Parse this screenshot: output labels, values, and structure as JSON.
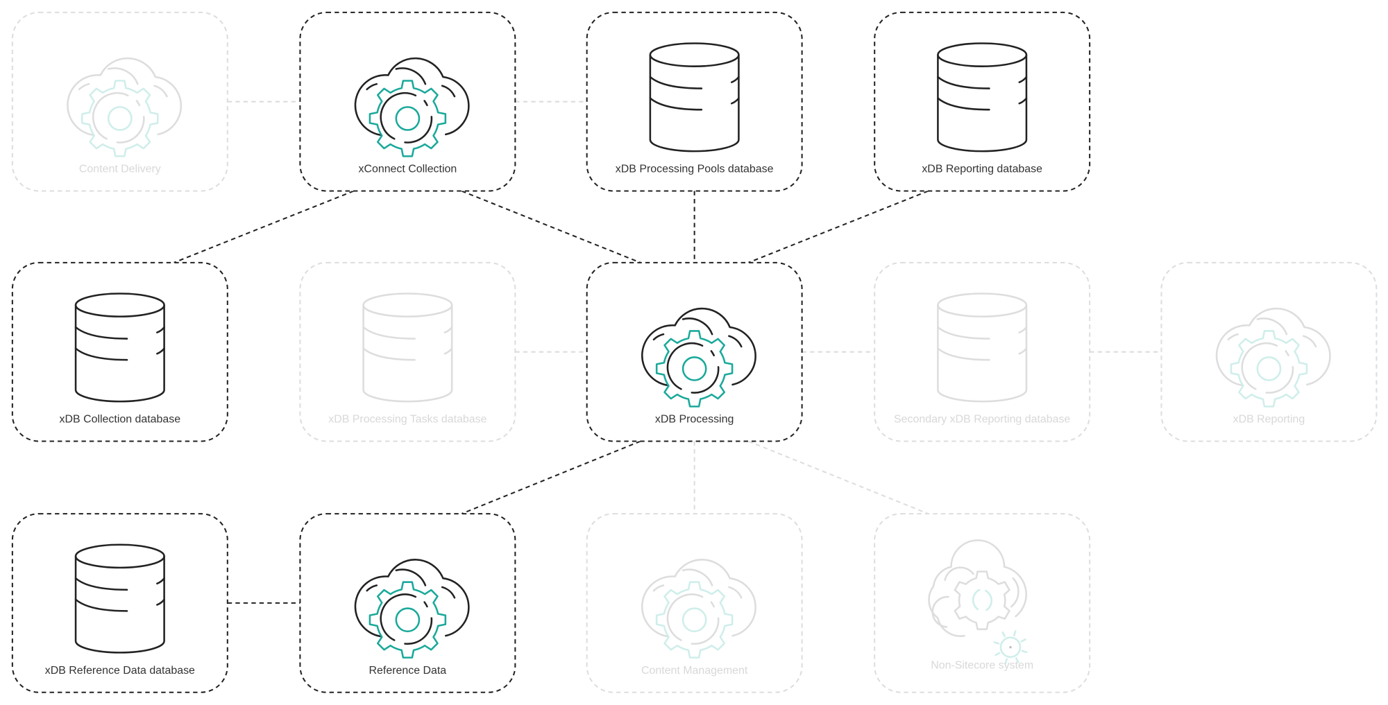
{
  "colors": {
    "active_stroke": "#222222",
    "active_accent": "#1aa99b",
    "faded_stroke": "#dddddd",
    "faded_accent": "#cfeeea",
    "active_label": "#333333",
    "faded_label": "#d8d8d8"
  },
  "nodes": [
    {
      "id": "content-delivery",
      "label": "Content Delivery",
      "icon": "cloud-gear-icon",
      "active": false,
      "row": 0,
      "col": 0
    },
    {
      "id": "xconnect-collection",
      "label": "xConnect Collection",
      "icon": "cloud-gear-icon",
      "active": true,
      "row": 0,
      "col": 1
    },
    {
      "id": "xdb-processing-pools-database",
      "label": "xDB Processing Pools database",
      "icon": "database-icon",
      "active": true,
      "row": 0,
      "col": 2
    },
    {
      "id": "xdb-reporting-database",
      "label": "xDB Reporting database",
      "icon": "database-icon",
      "active": true,
      "row": 0,
      "col": 3
    },
    {
      "id": "xdb-collection-database",
      "label": "xDB Collection database",
      "icon": "database-icon",
      "active": true,
      "row": 1,
      "col": 0
    },
    {
      "id": "xdb-processing-tasks-database",
      "label": "xDB Processing Tasks database",
      "icon": "database-icon",
      "active": false,
      "row": 1,
      "col": 1
    },
    {
      "id": "xdb-processing",
      "label": "xDB Processing",
      "icon": "cloud-gear-icon",
      "active": true,
      "row": 1,
      "col": 2
    },
    {
      "id": "secondary-xdb-reporting-database",
      "label": "Secondary xDB Reporting database",
      "icon": "database-icon",
      "active": false,
      "row": 1,
      "col": 3
    },
    {
      "id": "xdb-reporting",
      "label": "xDB Reporting",
      "icon": "cloud-gear-icon",
      "active": false,
      "row": 1,
      "col": 4
    },
    {
      "id": "xdb-reference-data-database",
      "label": "xDB Reference Data database",
      "icon": "database-icon",
      "active": true,
      "row": 2,
      "col": 0
    },
    {
      "id": "reference-data",
      "label": "Reference Data",
      "icon": "cloud-gear-icon",
      "active": true,
      "row": 2,
      "col": 1
    },
    {
      "id": "content-management",
      "label": "Content Management",
      "icon": "cloud-gear-icon",
      "active": false,
      "row": 2,
      "col": 2
    },
    {
      "id": "non-sitecore-system",
      "label": "Non-Sitecore system",
      "icon": "external-system-icon",
      "active": false,
      "row": 2,
      "col": 3
    }
  ],
  "edges": [
    {
      "from": "content-delivery",
      "to": "xconnect-collection",
      "active": false
    },
    {
      "from": "xconnect-collection",
      "to": "xdb-processing-pools-database",
      "active": false
    },
    {
      "from": "xconnect-collection",
      "to": "xdb-collection-database",
      "active": true
    },
    {
      "from": "xconnect-collection",
      "to": "xdb-processing",
      "active": true
    },
    {
      "from": "xdb-processing-pools-database",
      "to": "xdb-processing",
      "active": true
    },
    {
      "from": "xdb-reporting-database",
      "to": "xdb-processing",
      "active": true
    },
    {
      "from": "xdb-processing-tasks-database",
      "to": "xdb-processing",
      "active": false
    },
    {
      "from": "xdb-processing",
      "to": "secondary-xdb-reporting-database",
      "active": false
    },
    {
      "from": "secondary-xdb-reporting-database",
      "to": "xdb-reporting",
      "active": false
    },
    {
      "from": "xdb-processing",
      "to": "reference-data",
      "active": true
    },
    {
      "from": "xdb-processing",
      "to": "content-management",
      "active": false
    },
    {
      "from": "xdb-processing",
      "to": "non-sitecore-system",
      "active": false
    },
    {
      "from": "xdb-reference-data-database",
      "to": "reference-data",
      "active": true
    }
  ]
}
